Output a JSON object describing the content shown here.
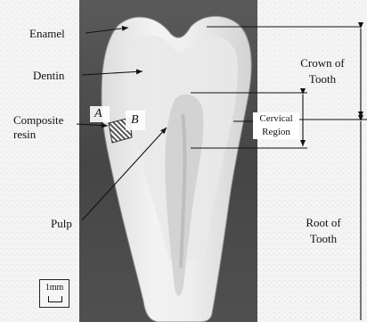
{
  "labels": {
    "enamel": "Enamel",
    "dentin": "Dentin",
    "composite_resin": "Composite resin",
    "pulp": "Pulp",
    "crown_of_tooth": "Crown of Tooth",
    "cervical_region": "Cervical Region",
    "root_of_tooth": "Root of Tooth",
    "marker_a": "A",
    "marker_b": "B"
  },
  "scale_bar": {
    "label": "1mm"
  },
  "colors": {
    "background_texture": "#d8d8d8",
    "specimen_dark": "#3a3a3a",
    "tooth_light": "#ececec"
  }
}
